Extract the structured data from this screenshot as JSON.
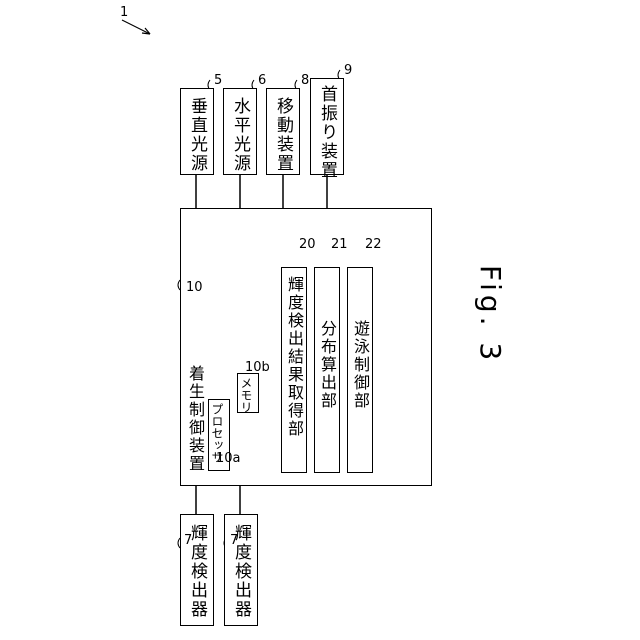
{
  "figure": {
    "caption": "Fig. 3",
    "overall_ref": "1"
  },
  "top_devices": [
    {
      "label": "垂直光源",
      "ref": "5"
    },
    {
      "label": "水平光源",
      "ref": "6"
    },
    {
      "label": "移動装置",
      "ref": "8"
    },
    {
      "label": "首振り装置",
      "ref": "9"
    }
  ],
  "bottom_devices": [
    {
      "label": "輝度検出器",
      "ref": "7"
    },
    {
      "label": "輝度検出器",
      "ref": "7"
    }
  ],
  "controller": {
    "label": "着生制御装置",
    "ref": "10",
    "processor": {
      "label": "プロセッサ",
      "ref": "10a"
    },
    "memory": {
      "label": "メモリ",
      "ref": "10b"
    },
    "units": [
      {
        "label": "輝度検出結果取得部",
        "ref": "20"
      },
      {
        "label": "分布算出部",
        "ref": "21"
      },
      {
        "label": "遊泳制御部",
        "ref": "22"
      }
    ]
  }
}
